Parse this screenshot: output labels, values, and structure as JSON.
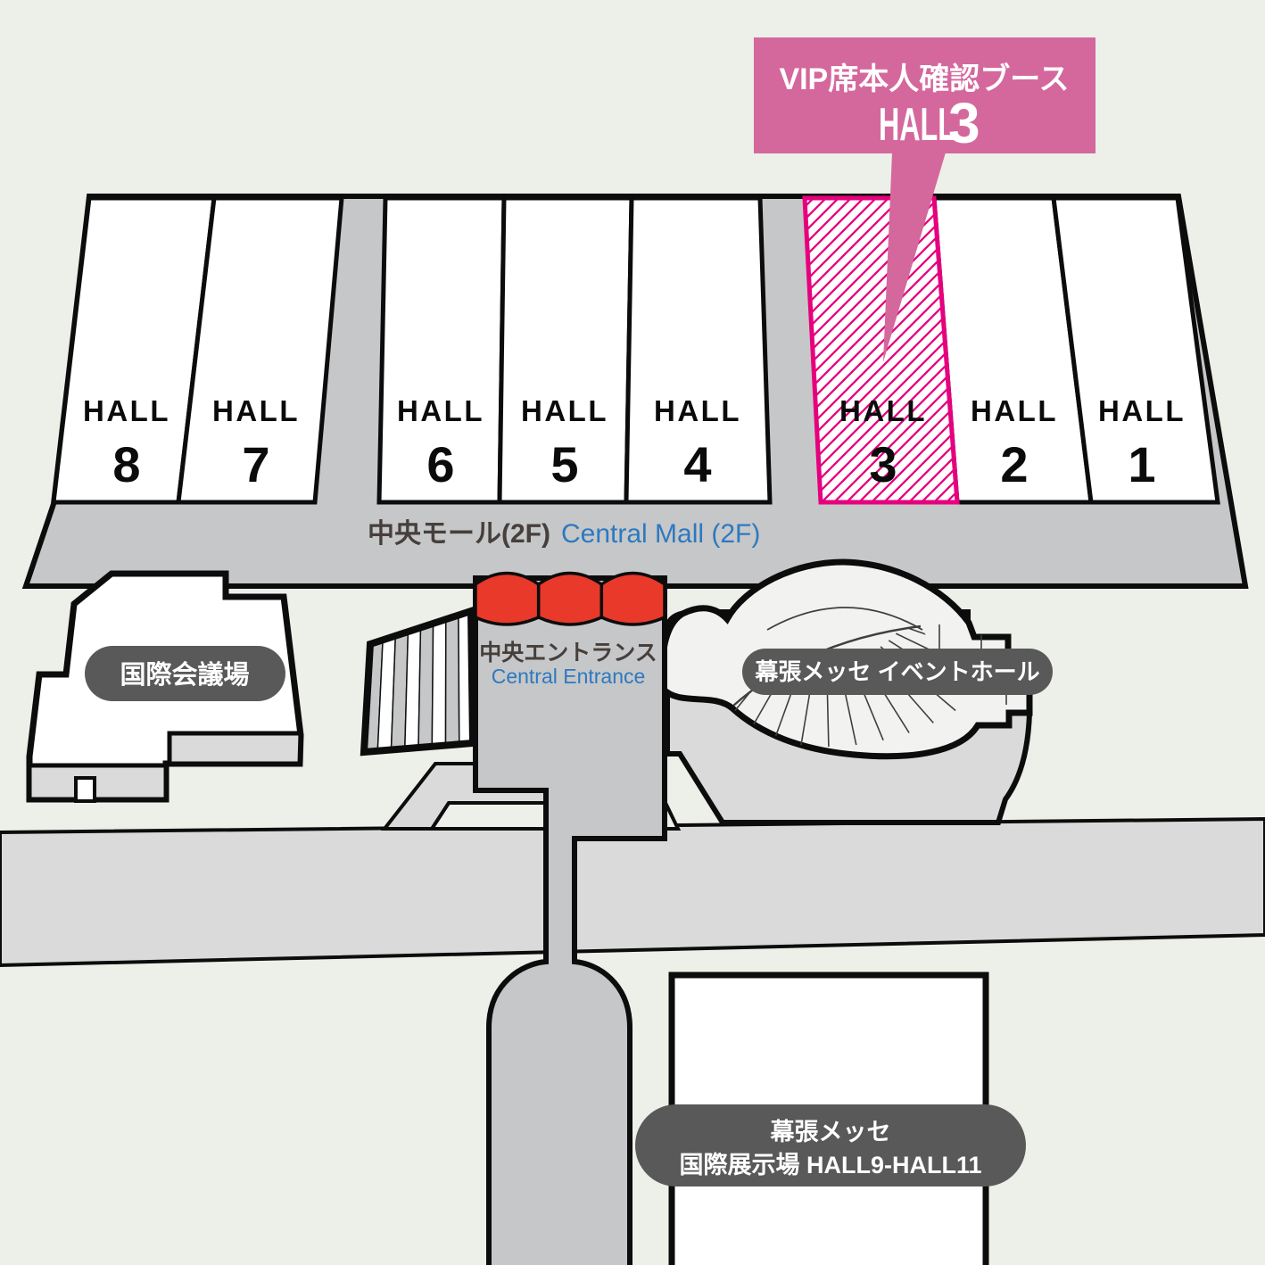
{
  "callout": {
    "title": "VIP席本人確認ブース",
    "hall_word": "HALL",
    "hall_number": "3"
  },
  "halls": [
    {
      "word": "HALL",
      "number": "8"
    },
    {
      "word": "HALL",
      "number": "7"
    },
    {
      "word": "HALL",
      "number": "6"
    },
    {
      "word": "HALL",
      "number": "5"
    },
    {
      "word": "HALL",
      "number": "4"
    },
    {
      "word": "HALL",
      "number": "3",
      "highlighted": true
    },
    {
      "word": "HALL",
      "number": "2"
    },
    {
      "word": "HALL",
      "number": "1"
    }
  ],
  "mall": {
    "jp": "中央モール(2F)",
    "en": "Central Mall (2F)"
  },
  "entrance": {
    "jp": "中央エントランス",
    "en": "Central Entrance"
  },
  "conference_hall": {
    "label": "国際会議場"
  },
  "event_hall": {
    "label": "幕張メッセ イベントホール"
  },
  "exhibition": {
    "line1": "幕張メッセ",
    "line2": "国際展示場 HALL9-HALL11"
  },
  "colors": {
    "background": "#edefe9",
    "band_gray": "#c6c7c8",
    "road_gray": "#d9dad9",
    "dome_fill": "#f2f3f0",
    "outline_black": "#0c0c0c",
    "callout_pink": "#d4689d",
    "hall3_magenta": "#e6007e",
    "entrance_red": "#e8392b",
    "blue_text": "#2d79c0",
    "pill_gray": "#595959",
    "dark_text": "#463f3c",
    "white": "#ffffff"
  }
}
